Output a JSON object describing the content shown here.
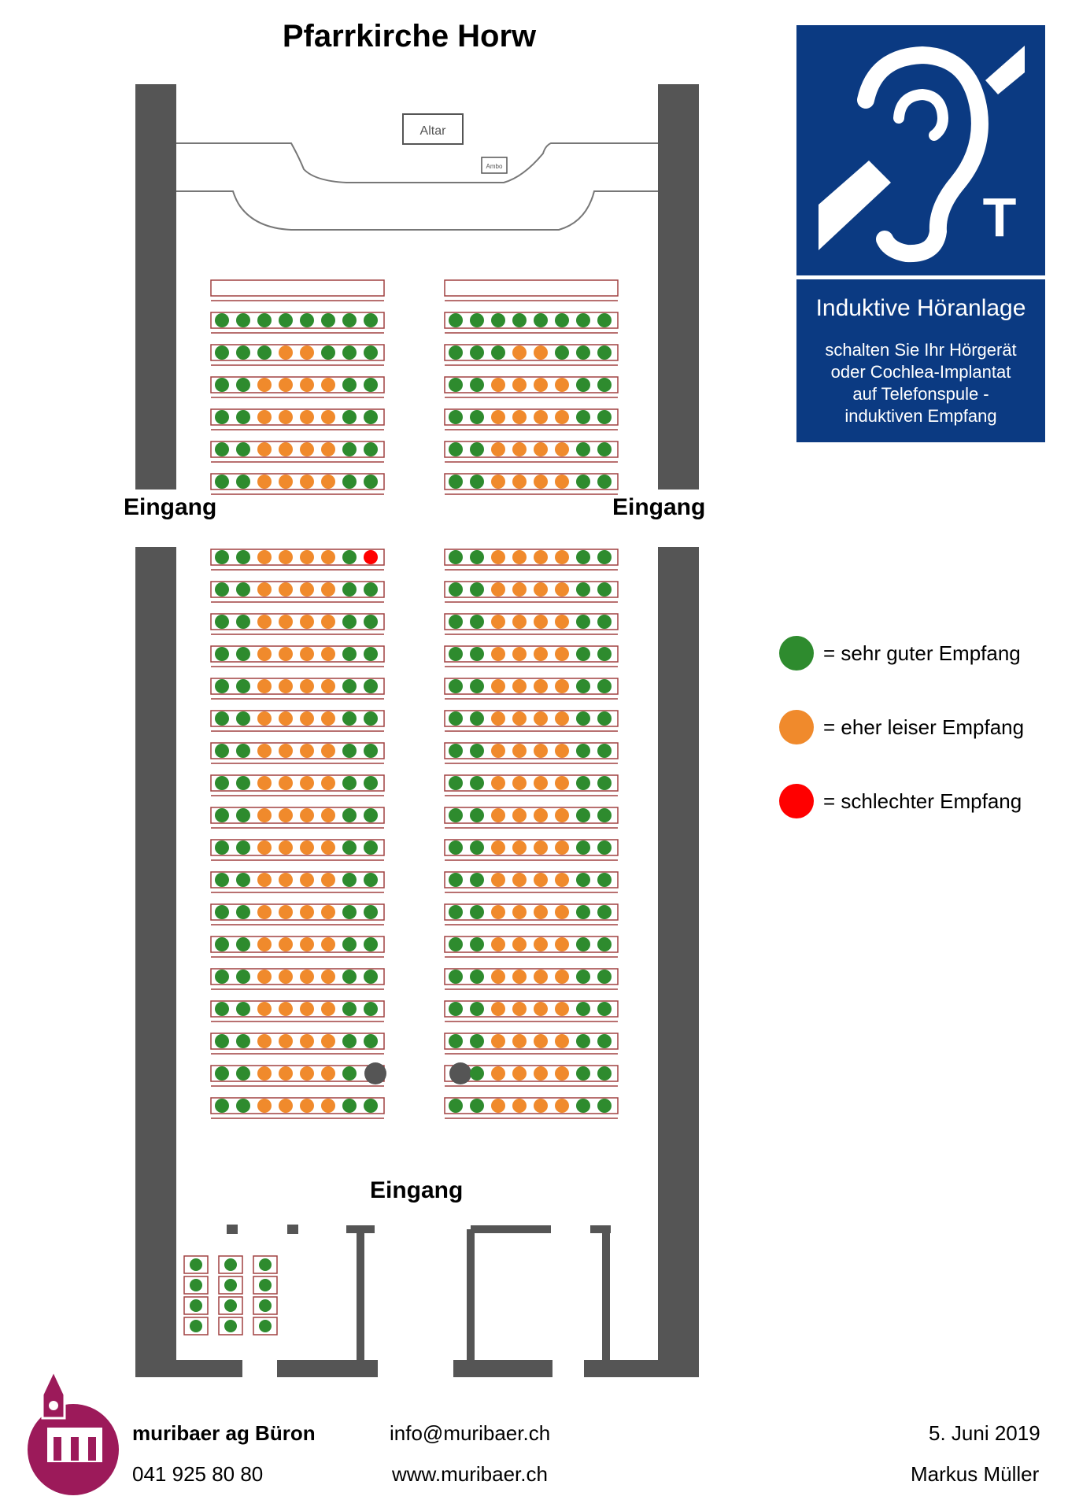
{
  "title": "Pfarrkirche Horw",
  "plan": {
    "altar_label": "Altar",
    "ambo_label": "Ambo",
    "entrance_left": "Eingang",
    "entrance_right": "Eingang",
    "entrance_bottom": "Eingang"
  },
  "sign": {
    "letter": "T",
    "title": "Induktive Höranlage",
    "lines": [
      "schalten Sie Ihr Hörgerät",
      "oder Cochlea-Implantat",
      "auf Telefonspule -",
      "induktiven Empfang"
    ]
  },
  "legend": [
    {
      "label": "= sehr guter Empfang",
      "color": "#2e8b2e"
    },
    {
      "label": "= eher leiser  Empfang",
      "color": "#f08a2c"
    },
    {
      "label": "= schlechter Empfang",
      "color": "#ff0000"
    }
  ],
  "colors": {
    "G": "#2e8b2e",
    "O": "#f08a2c",
    "R": "#ff0000",
    "wall": "#555555",
    "pew": "#a04040",
    "sign_blue": "#0b3a82",
    "logo": "#9c1a5a"
  },
  "seating": {
    "front_left": [
      "",
      "GGGGGGGG",
      "GGGOOGGG",
      "GGOOOOGG",
      "GGOOOOGG",
      "GGOOOOGG",
      "GGOOOOGG"
    ],
    "front_right": [
      "",
      "GGGGGGGG",
      "GGGOOGGG",
      "GGOOOOGG",
      "GGOOOOGG",
      "GGOOOOGG",
      "GGOOOOGG"
    ],
    "rear_left": [
      "GGOOOOGR",
      "GGOOOOGG",
      "GGOOOOGG",
      "GGOOOOGG",
      "GGOOOOGG",
      "GGOOOOGG",
      "GGOOOOGG",
      "GGOOOOGG",
      "GGOOOOGG",
      "GGOOOOGG",
      "GGOOOOGG",
      "GGOOOOGG",
      "GGOOOOGG",
      "GGOOOOGG",
      "GGOOOOGG",
      "GGOOOOGG",
      "GGOOOOGX",
      "GGOOOOGG"
    ],
    "rear_right": [
      "GGOOOOGG",
      "GGOOOOGG",
      "GGOOOOGG",
      "GGOOOOGG",
      "GGOOOOGG",
      "GGOOOOGG",
      "GGOOOOGG",
      "GGOOOOGG",
      "GGOOOOGG",
      "GGOOOOGG",
      "GGOOOOGG",
      "GGOOOOGG",
      "GGOOOOGG",
      "GGOOOOGG",
      "GGOOOOGG",
      "GGOOOOGG",
      "XGOOOOGG",
      "GGOOOOGG"
    ],
    "corner_block": [
      "GGG",
      "GGG",
      "GGG",
      "GGG"
    ]
  },
  "footer": {
    "company": "muribaer ag Büron",
    "phone": "041 925 80 80",
    "email": "info@muribaer.ch",
    "web": "www.muribaer.ch",
    "date": "5. Juni 2019",
    "author": "Markus Müller"
  }
}
